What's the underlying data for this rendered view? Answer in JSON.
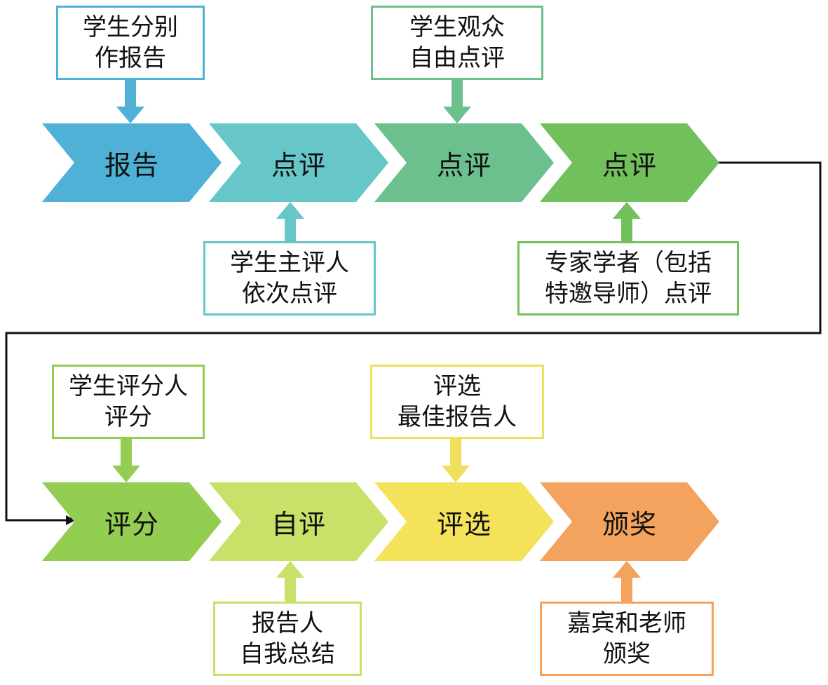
{
  "rows": [
    {
      "steps": [
        {
          "label": "报告",
          "color": "#4fb1d6"
        },
        {
          "label": "点评",
          "color": "#66c6c8"
        },
        {
          "label": "点评",
          "color": "#6cc08e"
        },
        {
          "label": "点评",
          "color": "#72c05c"
        }
      ]
    },
    {
      "steps": [
        {
          "label": "评分",
          "color": "#93cd52"
        },
        {
          "label": "自评",
          "color": "#c8e168"
        },
        {
          "label": "评选",
          "color": "#f4e25a"
        },
        {
          "label": "颁奖",
          "color": "#f4a35e"
        }
      ]
    }
  ],
  "notes": [
    {
      "lines": [
        "学生分别",
        "作报告"
      ],
      "color": "#4fb1d6"
    },
    {
      "lines": [
        "学生观众",
        "自由点评"
      ],
      "color": "#6cc08e"
    },
    {
      "lines": [
        "学生主评人",
        "依次点评"
      ],
      "color": "#66c6c8"
    },
    {
      "lines": [
        "专家学者（包括",
        "特邀导师）点评"
      ],
      "color": "#72c05c"
    },
    {
      "lines": [
        "学生评分人",
        "评分"
      ],
      "color": "#93cd52"
    },
    {
      "lines": [
        "评选",
        "最佳报告人"
      ],
      "color": "#f0df5a"
    },
    {
      "lines": [
        "报告人",
        "自我总结"
      ],
      "color": "#c8e168"
    },
    {
      "lines": [
        "嘉宾和老师",
        "颁奖"
      ],
      "color": "#f4a35e"
    }
  ],
  "connector_color": "#111111"
}
